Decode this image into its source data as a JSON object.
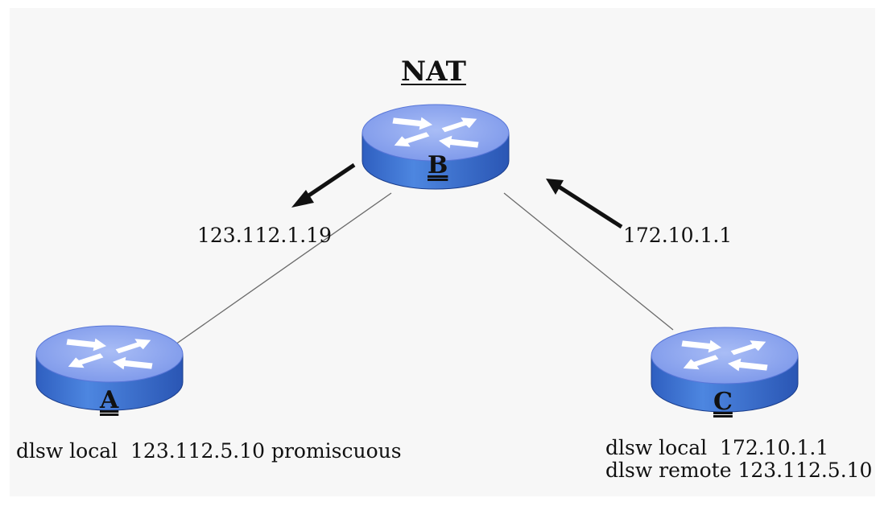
{
  "diagram": {
    "title": "NAT",
    "routers": [
      {
        "letter": "B"
      },
      {
        "letter": "A"
      },
      {
        "letter": "C"
      }
    ],
    "addresses": {
      "left_arrow_label": "123.112.1.19",
      "right_arrow_label": "172.10.1.1"
    },
    "configs": {
      "router_a": [
        "dlsw local  123.112.5.10 promiscuous"
      ],
      "router_c": [
        "dlsw local  172.10.1.1",
        "dlsw remote 123.112.5.10"
      ]
    }
  },
  "colors": {
    "router_top": "#8fa8f0",
    "router_side": "#3f73cf",
    "link_line": "#6a6a6a",
    "background": "#f7f7f7"
  }
}
